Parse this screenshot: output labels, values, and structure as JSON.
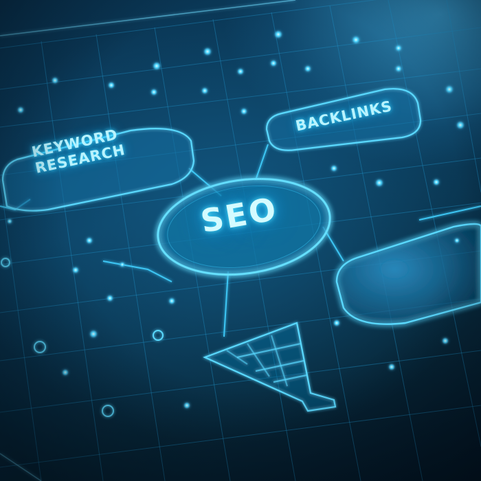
{
  "nodes": {
    "center": {
      "label": "SEO"
    },
    "keyword_research": {
      "line1": "KEYWORD",
      "line2": "RESEARCH"
    },
    "backlinks": {
      "label": "BACKLINKS"
    }
  },
  "colors": {
    "background": "#0b3d5d",
    "line": "#2fb8ee",
    "glow": "#37d6ff",
    "text": "#b9f3ff"
  },
  "icons": [
    "funnel-icon"
  ]
}
